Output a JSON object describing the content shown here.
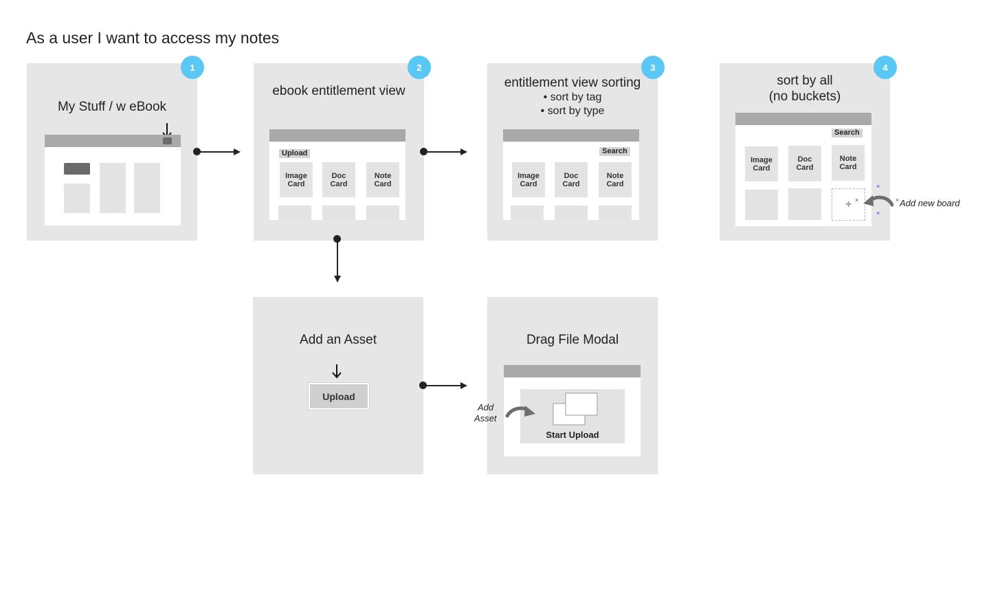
{
  "page_title": "As a user I want to access my notes",
  "colors": {
    "badge": "#5ac8f5",
    "panel": "#e6e6e6",
    "bar": "#a9a9a9",
    "card": "#e3e3e3"
  },
  "steps": [
    {
      "badge": "1",
      "title": "My Stuff / w eBook"
    },
    {
      "badge": "2",
      "title": "ebook entitlement view",
      "tag": "Upload",
      "cards": [
        "Image\nCard",
        "Doc\nCard",
        "Note\nCard"
      ]
    },
    {
      "badge": "3",
      "title": "entitlement view sorting",
      "bullets": [
        "• sort by tag",
        "• sort by type"
      ],
      "tag": "Search",
      "cards": [
        "Image\nCard",
        "Doc\nCard",
        "Note\nCard"
      ]
    },
    {
      "badge": "4",
      "title_line1": "sort by all",
      "title_line2": "(no buckets)",
      "tag": "Search",
      "cards": [
        "Image\nCard",
        "Doc\nCard",
        "Note\nCard"
      ],
      "add_plus": "+",
      "annotation": "Add new board"
    }
  ],
  "add_asset": {
    "title": "Add an Asset",
    "button": "Upload"
  },
  "drag_modal": {
    "title": "Drag File Modal",
    "start_upload": "Start Upload",
    "annotation_line1": "Add",
    "annotation_line2": "Asset"
  },
  "icons": {
    "down_arrow": "down-arrow-icon",
    "curved_arrow": "curved-arrow-icon",
    "file_stack": "file-stack-icon",
    "x_mark": "×"
  }
}
